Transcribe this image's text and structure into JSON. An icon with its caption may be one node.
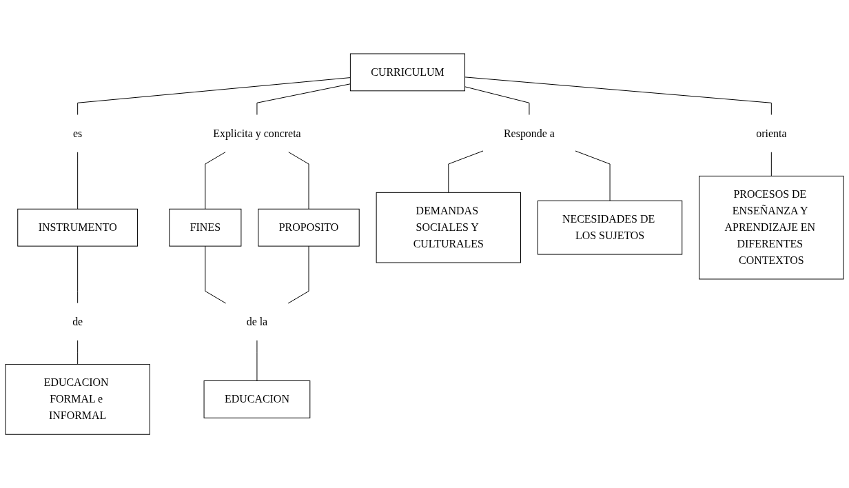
{
  "diagram": {
    "nodes": [
      {
        "text": [
          "CURRICULUM"
        ]
      },
      {
        "text": [
          "es"
        ]
      },
      {
        "text": [
          "Explicita y concreta"
        ]
      },
      {
        "text": [
          "Responde a"
        ]
      },
      {
        "text": [
          "orienta"
        ]
      },
      {
        "text": [
          "INSTRUMENTO"
        ]
      },
      {
        "text": [
          "de"
        ]
      },
      {
        "text": [
          "EDUCACION FORMAL e INFORMAL"
        ]
      },
      {
        "text": [
          "FINES"
        ]
      },
      {
        "text": [
          "PROPOSITO"
        ]
      },
      {
        "text": [
          "de la"
        ]
      },
      {
        "text": [
          "EDUCACION"
        ]
      },
      {
        "text": [
          "DEMANDAS SOCIALES Y CULTURALES"
        ]
      },
      {
        "text": [
          "NECESIDADES DE LOS SUJETOS"
        ]
      },
      {
        "text": [
          "PROCESOS DE ENSEÑANZA Y APRENDIZAJE EN DIFERENTES CONTEXTOS"
        ]
      }
    ],
    "edges": [
      {
        "from": 0,
        "to": 1,
        "arrow": "none"
      },
      {
        "from": 0,
        "to": 2,
        "arrow": "none"
      },
      {
        "from": 0,
        "to": 3,
        "arrow": "none"
      },
      {
        "from": 0,
        "to": 4,
        "arrow": "none"
      },
      {
        "from": 1,
        "to": 5,
        "arrow": "none"
      },
      {
        "from": 5,
        "to": 6,
        "arrow": "none"
      },
      {
        "from": 6,
        "to": 7,
        "arrow": "none"
      },
      {
        "from": 2,
        "to": 8,
        "arrow": "none"
      },
      {
        "from": 2,
        "to": 9,
        "arrow": "none"
      },
      {
        "from": 8,
        "to": 10,
        "arrow": "none"
      },
      {
        "from": 9,
        "to": 10,
        "arrow": "none"
      },
      {
        "from": 10,
        "to": 11,
        "arrow": "none"
      },
      {
        "from": 3,
        "to": 12,
        "arrow": "none"
      },
      {
        "from": 3,
        "to": 13,
        "arrow": "none"
      },
      {
        "from": 4,
        "to": 14,
        "arrow": "none"
      }
    ]
  }
}
